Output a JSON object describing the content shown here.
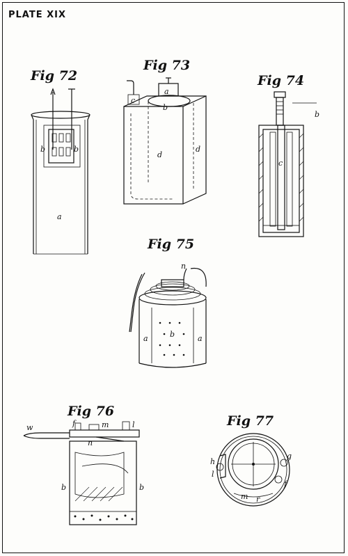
{
  "plate": {
    "title": "PLATE XIX"
  },
  "figures": [
    {
      "label": "Fig 72",
      "letters": [
        "a",
        "b",
        "b"
      ]
    },
    {
      "label": "Fig 73",
      "letters": [
        "a",
        "b",
        "c",
        "d",
        "d"
      ]
    },
    {
      "label": "Fig 74",
      "letters": [
        "b",
        "c"
      ]
    },
    {
      "label": "Fig 75",
      "letters": [
        "n",
        "a",
        "a",
        "b"
      ]
    },
    {
      "label": "Fig 76",
      "letters": [
        "w",
        "f",
        "m",
        "l",
        "n",
        "b",
        "b"
      ]
    },
    {
      "label": "Fig 77",
      "letters": [
        "g",
        "h",
        "l",
        "f",
        "m",
        "r"
      ]
    }
  ]
}
